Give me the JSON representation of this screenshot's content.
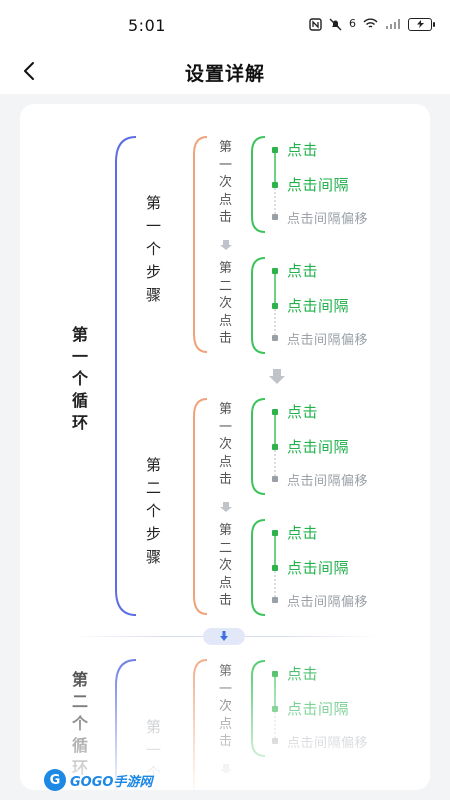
{
  "status_bar": {
    "time": "5:01",
    "icons": [
      "nfc-icon",
      "mute-icon",
      "wifi-icon",
      "signal-icon",
      "battery-icon"
    ],
    "wifi_label": "6"
  },
  "header": {
    "back_icon": "chevron-left-icon",
    "title": "设置详解"
  },
  "loops": [
    {
      "label": [
        "第",
        "一",
        "个",
        "循",
        "环"
      ],
      "steps": [
        {
          "label": [
            "第",
            "一",
            "个",
            "步",
            "骤"
          ],
          "clicks": [
            {
              "label": [
                "第",
                "一",
                "次",
                "点",
                "击"
              ],
              "items": [
                "点击",
                "点击间隔",
                "点击间隔偏移"
              ]
            },
            {
              "label": [
                "第",
                "二",
                "次",
                "点",
                "击"
              ],
              "items": [
                "点击",
                "点击间隔",
                "点击间隔偏移"
              ]
            }
          ]
        },
        {
          "label": [
            "第",
            "二",
            "个",
            "步",
            "骤"
          ],
          "clicks": [
            {
              "label": [
                "第",
                "一",
                "次",
                "点",
                "击"
              ],
              "items": [
                "点击",
                "点击间隔",
                "点击间隔偏移"
              ]
            },
            {
              "label": [
                "第",
                "二",
                "次",
                "点",
                "击"
              ],
              "items": [
                "点击",
                "点击间隔",
                "点击间隔偏移"
              ]
            }
          ]
        }
      ]
    },
    {
      "label": [
        "第",
        "二",
        "个",
        "循",
        "环"
      ],
      "steps": [
        {
          "label": [
            "第",
            "一",
            "个"
          ],
          "clicks": [
            {
              "label": [
                "第",
                "一",
                "次",
                "点",
                "击"
              ],
              "items": [
                "点击",
                "点击间隔",
                "点击间隔偏移"
              ]
            }
          ]
        }
      ]
    }
  ],
  "colors": {
    "loop_bracket": "#5b6ee1",
    "click_bracket": "#f0a27a",
    "item_bracket": "#3cc35a",
    "item_text": "#22b14c",
    "offset_text": "#9aa0a6",
    "divider_pill": "#e2e8f8",
    "divider_arrow": "#3f6fe0"
  },
  "watermark": {
    "badge": "G",
    "text": "GOGO手游网"
  }
}
